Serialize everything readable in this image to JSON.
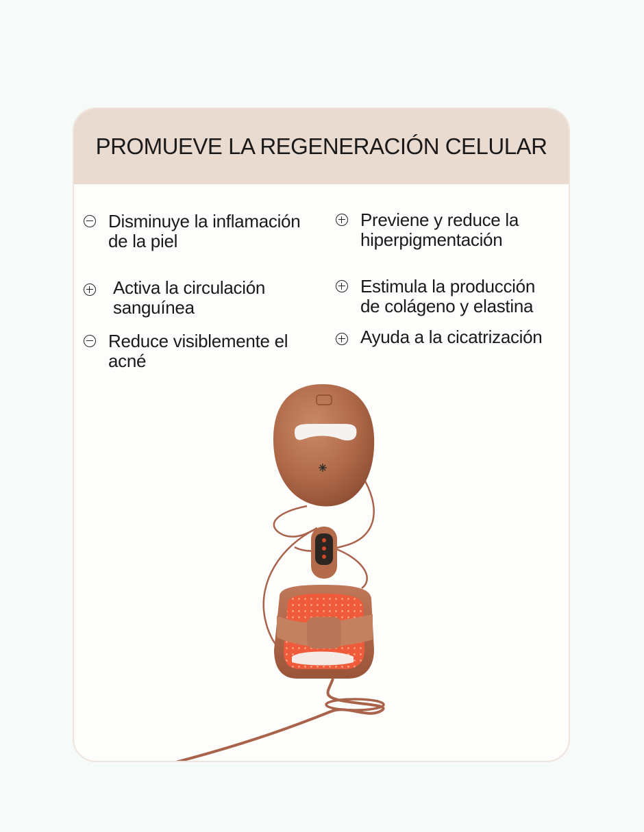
{
  "card": {
    "title": "PROMUEVE LA REGENERACIÓN CELULAR",
    "colors": {
      "header_bg": "#eadbd1",
      "card_bg": "#fdfdfc",
      "page_bg": "#f6faf9",
      "device_copper": "#b86f4e",
      "led_red": "#ee5a3a"
    }
  },
  "benefits": [
    {
      "icon": "minus-circle-icon",
      "text": "Disminuye la inflamación de la piel"
    },
    {
      "icon": "plus-circle-icon",
      "text": "Previene y reduce la hiperpigmentación"
    },
    {
      "icon": "plus-circle-icon",
      "text": "Activa la circulación sanguínea"
    },
    {
      "icon": "plus-circle-icon",
      "text": "Estimula la producción de colágeno y elastina"
    },
    {
      "icon": "minus-circle-icon",
      "text": "Reduce visiblemente el acné"
    },
    {
      "icon": "plus-circle-icon",
      "text": "Ayuda a la cicatrización"
    }
  ]
}
